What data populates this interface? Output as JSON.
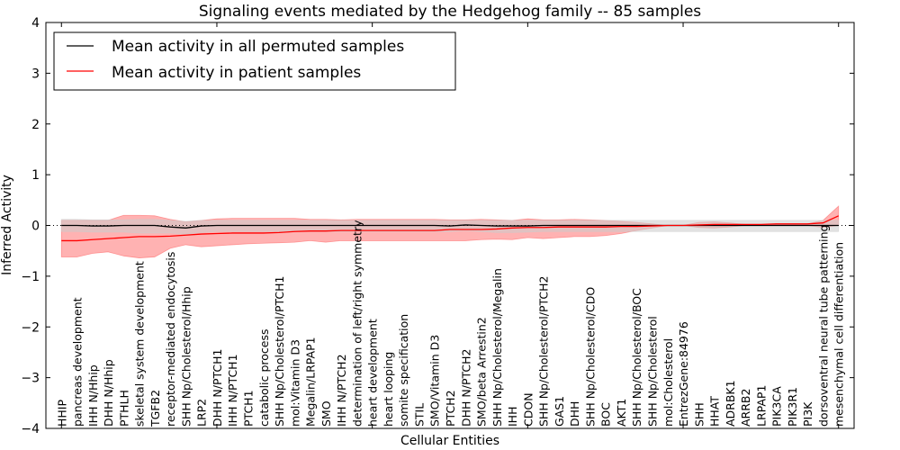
{
  "chart_data": {
    "type": "line",
    "title": "Signaling events mediated by the Hedgehog family -- 85 samples",
    "xlabel": "Cellular Entities",
    "ylabel": "Inferred Activity",
    "ylim": [
      -4,
      4
    ],
    "xlim": [
      -1,
      51
    ],
    "yticks": [
      -4,
      -3,
      -2,
      -1,
      0,
      1,
      2,
      3,
      4
    ],
    "legend_position": "top-left",
    "colors": {
      "permuted": "#000000",
      "patient": "#ff0000",
      "permuted_band": "#cccccc",
      "patient_band": "#ff6666"
    },
    "categories": [
      "HHIP",
      "pancreas development",
      "IHH N/Hhip",
      "DHH N/Hhip",
      "PTHLH",
      "skeletal system development",
      "TGFB2",
      "receptor-mediated endocytosis",
      "SHH Np/Cholesterol/Hhip",
      "LRP2",
      "DHH N/PTCH1",
      "IHH N/PTCH1",
      "PTCH1",
      "catabolic process",
      "SHH Np/Cholesterol/PTCH1",
      "mol:Vitamin D3",
      "Megalin/LRPAP1",
      "SMO",
      "IHH N/PTCH2",
      "determination of left/right symmetry",
      "heart development",
      "heart looping",
      "somite specification",
      "STIL",
      "SMO/Vitamin D3",
      "PTCH2",
      "DHH N/PTCH2",
      "SMO/beta Arrestin2",
      "SHH Np/Cholesterol/Megalin",
      "IHH",
      "CDON",
      "SHH Np/Cholesterol/PTCH2",
      "GAS1",
      "DHH",
      "SHH Np/Cholesterol/CDO",
      "BOC",
      "AKT1",
      "SHH Np/Cholesterol/BOC",
      "SHH Np/Cholesterol",
      "mol:Cholesterol",
      "EntrezGene:84976",
      "SHH",
      "HHAT",
      "ADRBK1",
      "ARRB2",
      "LRPAP1",
      "PIK3CA",
      "PIK3R1",
      "PI3K",
      "dorsoventral neural tube patterning",
      "mesenchymal cell differentiation"
    ],
    "series": [
      {
        "name": "Mean activity in all permuted samples",
        "values": [
          0,
          0,
          -0.01,
          -0.01,
          0,
          0,
          0,
          -0.03,
          -0.05,
          -0.01,
          0,
          0,
          0,
          0,
          0,
          0,
          0,
          0,
          0,
          0,
          0,
          0,
          0,
          0,
          0,
          -0.01,
          0.01,
          0,
          -0.01,
          -0.01,
          -0.01,
          0,
          0,
          0,
          0,
          0,
          0,
          0,
          0,
          0,
          0,
          0,
          0,
          0,
          0,
          0,
          0,
          0,
          0,
          0,
          0
        ],
        "upper": [
          0.12,
          0.12,
          0.11,
          0.11,
          0.11,
          0.12,
          0.12,
          0.1,
          0.08,
          0.1,
          0.1,
          0.1,
          0.1,
          0.1,
          0.1,
          0.1,
          0.1,
          0.1,
          0.1,
          0.1,
          0.1,
          0.1,
          0.1,
          0.1,
          0.1,
          0.1,
          0.1,
          0.1,
          0.1,
          0.1,
          0.1,
          0.1,
          0.1,
          0.1,
          0.1,
          0.1,
          0.1,
          0.1,
          0.1,
          0.1,
          0.1,
          0.1,
          0.1,
          0.1,
          0.1,
          0.1,
          0.1,
          0.1,
          0.1,
          0.1,
          0.1
        ],
        "lower": [
          -0.12,
          -0.12,
          -0.13,
          -0.13,
          -0.13,
          -0.15,
          -0.15,
          -0.15,
          -0.17,
          -0.14,
          -0.12,
          -0.12,
          -0.12,
          -0.12,
          -0.12,
          -0.12,
          -0.12,
          -0.12,
          -0.12,
          -0.12,
          -0.12,
          -0.12,
          -0.12,
          -0.12,
          -0.12,
          -0.12,
          -0.1,
          -0.12,
          -0.14,
          -0.14,
          -0.13,
          -0.12,
          -0.12,
          -0.12,
          -0.12,
          -0.12,
          -0.12,
          -0.12,
          -0.12,
          -0.12,
          -0.12,
          -0.12,
          -0.12,
          -0.12,
          -0.12,
          -0.12,
          -0.12,
          -0.12,
          -0.12,
          -0.12,
          -0.12
        ]
      },
      {
        "name": "Mean activity in patient samples",
        "values": [
          -0.3,
          -0.3,
          -0.28,
          -0.26,
          -0.24,
          -0.22,
          -0.22,
          -0.21,
          -0.19,
          -0.17,
          -0.16,
          -0.15,
          -0.15,
          -0.15,
          -0.14,
          -0.12,
          -0.11,
          -0.11,
          -0.1,
          -0.1,
          -0.1,
          -0.1,
          -0.1,
          -0.1,
          -0.1,
          -0.08,
          -0.08,
          -0.08,
          -0.07,
          -0.05,
          -0.04,
          -0.04,
          -0.03,
          -0.03,
          -0.03,
          -0.03,
          -0.02,
          -0.02,
          -0.01,
          0,
          0,
          0.01,
          0.02,
          0.02,
          0.02,
          0.02,
          0.03,
          0.03,
          0.03,
          0.05,
          0.19
        ],
        "upper": [
          0.1,
          0.1,
          0.1,
          0.1,
          0.2,
          0.2,
          0.19,
          0.12,
          0.07,
          0.1,
          0.13,
          0.14,
          0.14,
          0.14,
          0.14,
          0.14,
          0.12,
          0.12,
          0.11,
          0.12,
          0.12,
          0.12,
          0.12,
          0.12,
          0.12,
          0.11,
          0.11,
          0.12,
          0.11,
          0.1,
          0.13,
          0.11,
          0.11,
          0.12,
          0.11,
          0.1,
          0.08,
          0.06,
          0.03,
          0,
          0,
          0.06,
          0.07,
          0.05,
          0.02,
          0.02,
          0.02,
          0.02,
          0.03,
          0.1,
          0.38
        ],
        "lower": [
          -0.62,
          -0.62,
          -0.55,
          -0.52,
          -0.6,
          -0.64,
          -0.62,
          -0.45,
          -0.38,
          -0.42,
          -0.4,
          -0.38,
          -0.36,
          -0.35,
          -0.34,
          -0.33,
          -0.3,
          -0.33,
          -0.3,
          -0.3,
          -0.3,
          -0.3,
          -0.3,
          -0.3,
          -0.3,
          -0.3,
          -0.3,
          -0.28,
          -0.27,
          -0.28,
          -0.24,
          -0.26,
          -0.24,
          -0.22,
          -0.22,
          -0.2,
          -0.16,
          -0.1,
          -0.05,
          0,
          0,
          -0.04,
          -0.05,
          -0.03,
          0,
          0,
          0,
          0,
          0,
          -0.04,
          0
        ]
      }
    ]
  }
}
